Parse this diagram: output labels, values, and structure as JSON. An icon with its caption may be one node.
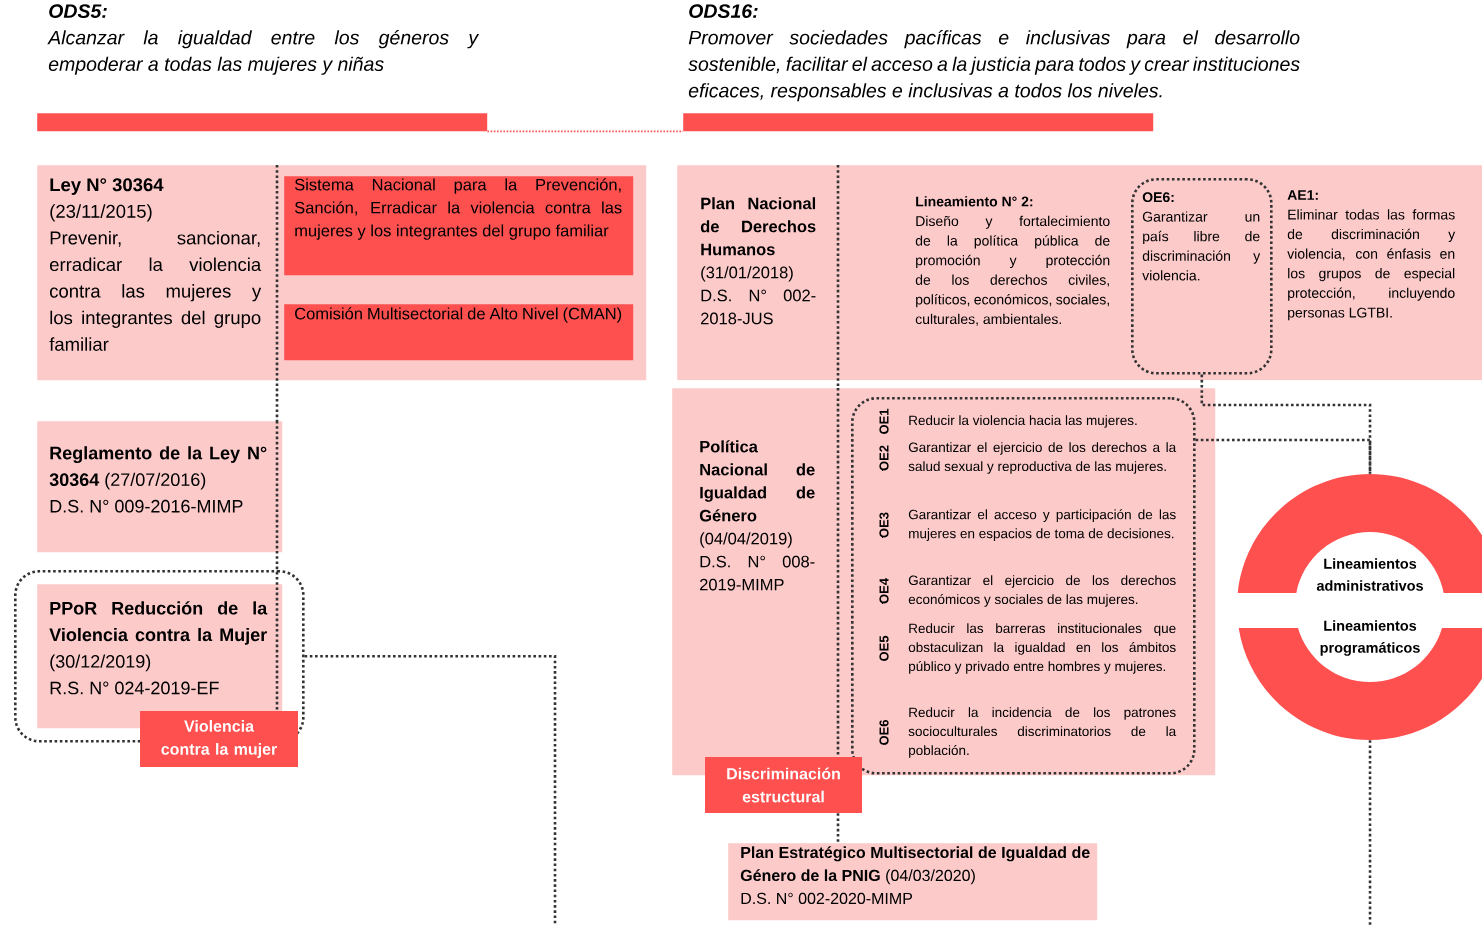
{
  "diagram": {
    "nodes": [
      {
        "text": [
          "ODS5:",
          "Alcanzar la igualdad entre los géneros y empoderar a todas las mujeres y niñas"
        ]
      },
      {
        "text": [
          "ODS16:",
          "Promover sociedades pacíficas e inclusivas para el desarrollo sostenible, facilitar el acceso a la justicia para todos y crear instituciones eficaces, responsables e inclusivas a todos los niveles."
        ]
      },
      {
        "text": [
          "Ley N° 30364",
          "(23/11/2015)",
          "Prevenir, sancionar, erradicar la violencia contra las mujeres y los integrantes del grupo familiar"
        ]
      },
      {
        "text": [
          "Sistema Nacional para la Prevención, Sanción, Erradicar la violencia contra las mujeres y los integrantes del grupo familiar"
        ],
        "in": 2
      },
      {
        "text": [
          "Comisión Multisectorial de Alto Nivel (CMAN)"
        ],
        "in": 2
      },
      {
        "text": [
          "**Reglamento de la Ley N° 30364** (27/07/2016)",
          "D.S. N° 009-2016-MIMP"
        ]
      },
      {
        "text": [],
        "shape": "box"
      },
      {
        "text": [
          "**PPoR Reducción de la Violencia contra la Mujer** (30/12/2019)",
          "R.S. N° 024-2019-EF"
        ],
        "in": 6
      },
      {
        "text": [
          "Violencia contra la mujer"
        ]
      },
      {
        "text": [
          "Plan Nacional de Derechos Humanos",
          "(31/01/2018)",
          "D.S. N° 002-2018-JUS"
        ]
      },
      {
        "text": [
          "Lineamiento N° 2:",
          "Diseño y fortalecimiento de la política pública de promoción y protección de los derechos civiles, políticos, económicos, sociales, culturales, ambientales."
        ],
        "in": 9
      },
      {
        "text": [
          "OE6:",
          "Garantizar un país libre de discriminación y violencia."
        ],
        "in": 9
      },
      {
        "text": [
          "AE1:",
          "Eliminar todas las formas de discriminación y violencia, con énfasis en los grupos de especial protección, incluyendo personas LGTBI."
        ],
        "in": 9
      },
      {
        "text": [
          "Política Nacional de Igualdad de Género",
          "(04/04/2019)",
          "D.S. N° 008-2019-MIMP"
        ]
      },
      {
        "text": [],
        "shape": "box",
        "in": 13
      },
      {
        "text": [
          "OE1",
          "Reducir la violencia hacia las mujeres."
        ],
        "in": 14
      },
      {
        "text": [
          "OE2",
          "Garantizar el ejercicio de los derechos a la salud sexual y reproductiva de las mujeres."
        ],
        "in": 14
      },
      {
        "text": [
          "OE3",
          "Garantizar el acceso y participación de las mujeres en espacios de toma de decisiones."
        ],
        "in": 14
      },
      {
        "text": [
          "OE4",
          "Garantizar el ejercicio de los derechos económicos y sociales de las mujeres."
        ],
        "in": 14
      },
      {
        "text": [
          "OE5",
          "Reducir las barreras institucionales que obstaculizan la igualdad en los ámbitos público y privado entre hombres y mujeres."
        ],
        "in": 14
      },
      {
        "text": [
          "OE6",
          "Reducir la incidencia de los patrones socioculturales discriminatorios de la población."
        ],
        "in": 14
      },
      {
        "text": [
          "Discriminación estructural"
        ]
      },
      {
        "text": [
          "**Plan Estratégico Multisectorial de Igualdad de Género de la PNIG** (04/03/2020)",
          "D.S. N° 002-2020-MIMP"
        ]
      },
      {
        "text": [
          "Lineamientos administrativos",
          "Lineamientos programáticos"
        ]
      }
    ],
    "edges": [
      {
        "from": 0,
        "to": 1,
        "arrow": "none",
        "style": "dashed",
        "color": "#ff5050"
      },
      {
        "from": 2,
        "to": 5,
        "arrow": "none",
        "style": "dashed"
      },
      {
        "from": 5,
        "to": 7,
        "arrow": "none",
        "style": "dashed"
      },
      {
        "from": 6,
        "to": null,
        "arrow": "none",
        "style": "dashed"
      },
      {
        "from": 9,
        "to": 13,
        "arrow": "none",
        "style": "dashed"
      },
      {
        "from": 13,
        "to": 21,
        "arrow": "none",
        "style": "dashed"
      },
      {
        "from": 21,
        "to": 22,
        "arrow": "none",
        "style": "dashed"
      },
      {
        "from": 11,
        "to": 23,
        "arrow": "none",
        "style": "dashed"
      },
      {
        "from": 14,
        "to": 23,
        "arrow": "none",
        "style": "dashed"
      },
      {
        "from": 23,
        "to": null,
        "arrow": "none",
        "style": "dashed"
      }
    ]
  }
}
